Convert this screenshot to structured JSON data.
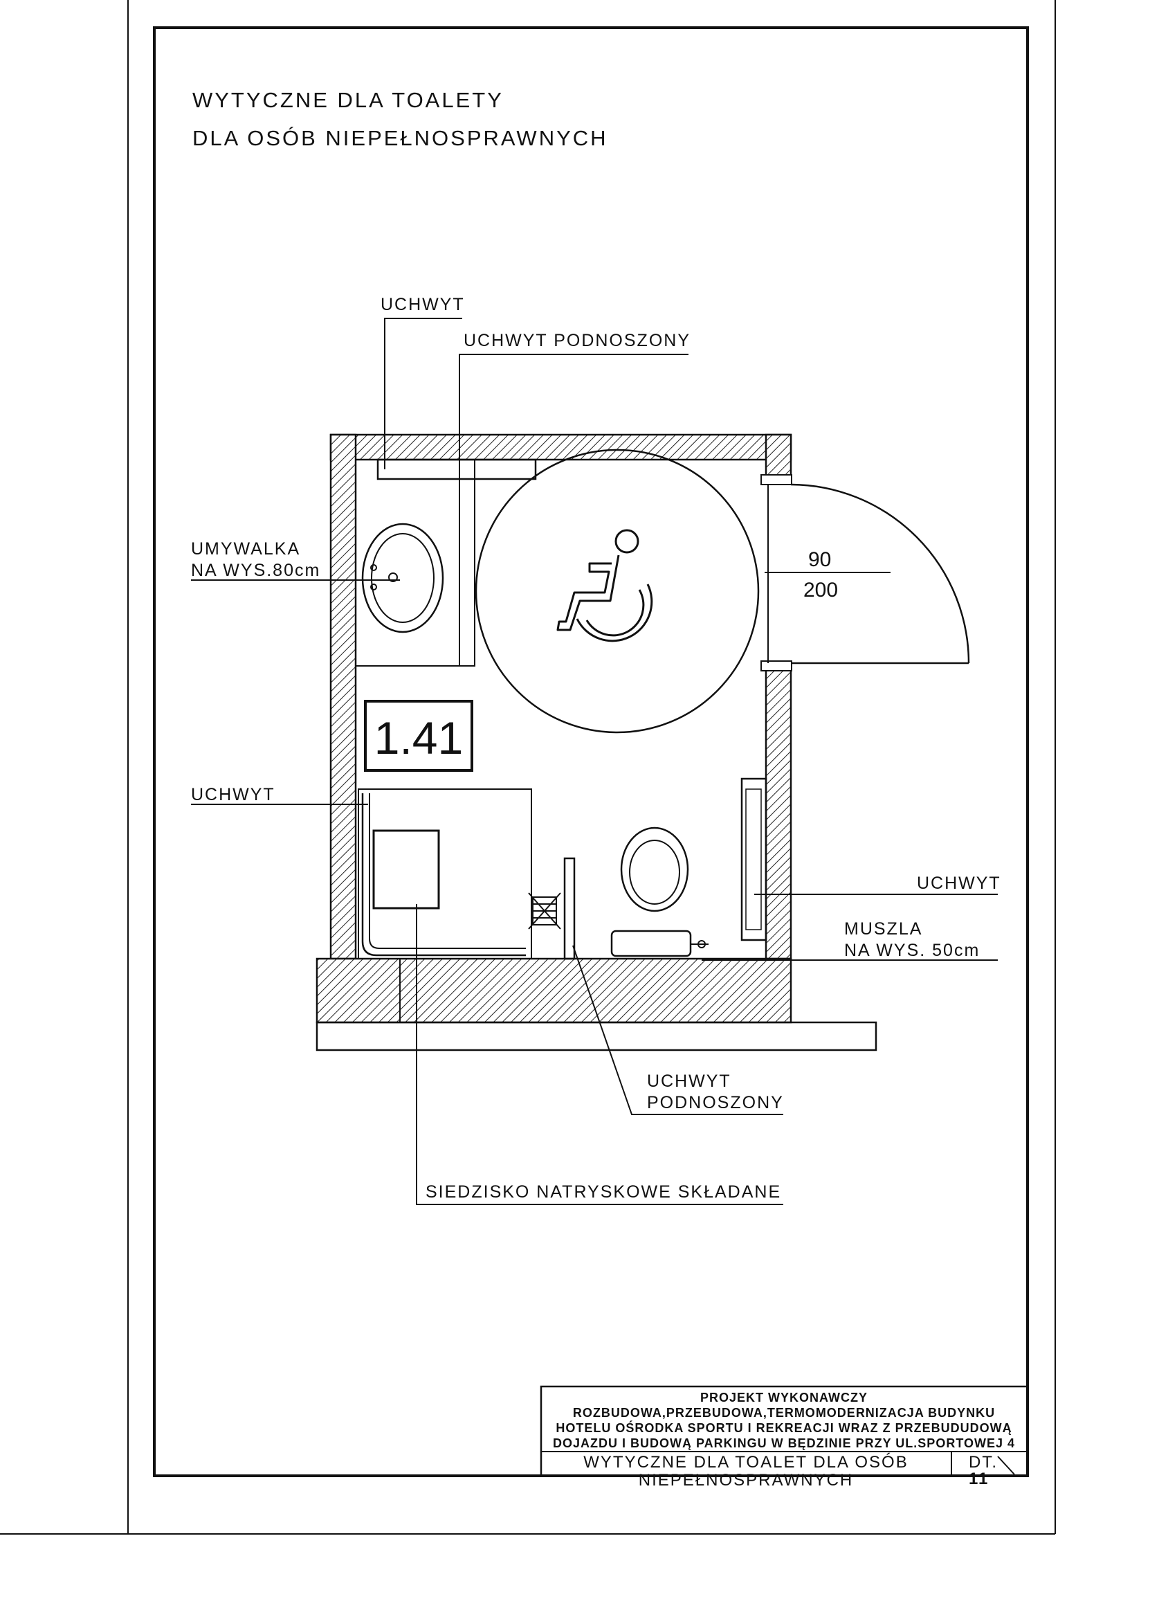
{
  "title": {
    "line1": "WYTYCZNE DLA TOALETY",
    "line2": "DLA OSÓB NIEPEŁNOSPRAWNYCH"
  },
  "labels": {
    "grab_bar_top": "UCHWYT",
    "grab_bar_foldable_top": "UCHWYT PODNOSZONY",
    "washbasin_line1": "UMYWALKA",
    "washbasin_line2": "NA WYS.80cm",
    "grab_bar_left": "UCHWYT",
    "grab_bar_right": "UCHWYT",
    "toilet_line1": "MUSZLA",
    "toilet_line2": "NA WYS. 50cm",
    "grab_bar_foldable_bottom_line1": "UCHWYT",
    "grab_bar_foldable_bottom_line2": "PODNOSZONY",
    "shower_seat": "SIEDZISKO NATRYSKOWE SKŁADANE"
  },
  "door": {
    "width": "90",
    "height": "200"
  },
  "room_number": "1.41",
  "title_block": {
    "project_type": "PROJEKT WYKONAWCZY",
    "project_desc_line1": "ROZBUDOWA,PRZEBUDOWA,TERMOMODERNIZACJA BUDYNKU",
    "project_desc_line2": "HOTELU OŚRODKA SPORTU I REKREACJI WRAZ Z PRZEBUDUDOWĄ",
    "project_desc_line3": "DOJAZDU I BUDOWĄ PARKINGU W BĘDZINIE PRZY UL.SPORTOWEJ 4",
    "drawing_title_line1": "WYTYCZNE DLA TOALET DLA OSÓB",
    "drawing_title_line2": "NIEPEŁNOSPRAWNYCH",
    "drawing_code": "DT.",
    "drawing_number": "11"
  },
  "icons": {
    "wheelchair": "wheelchair-accessibility-icon"
  }
}
